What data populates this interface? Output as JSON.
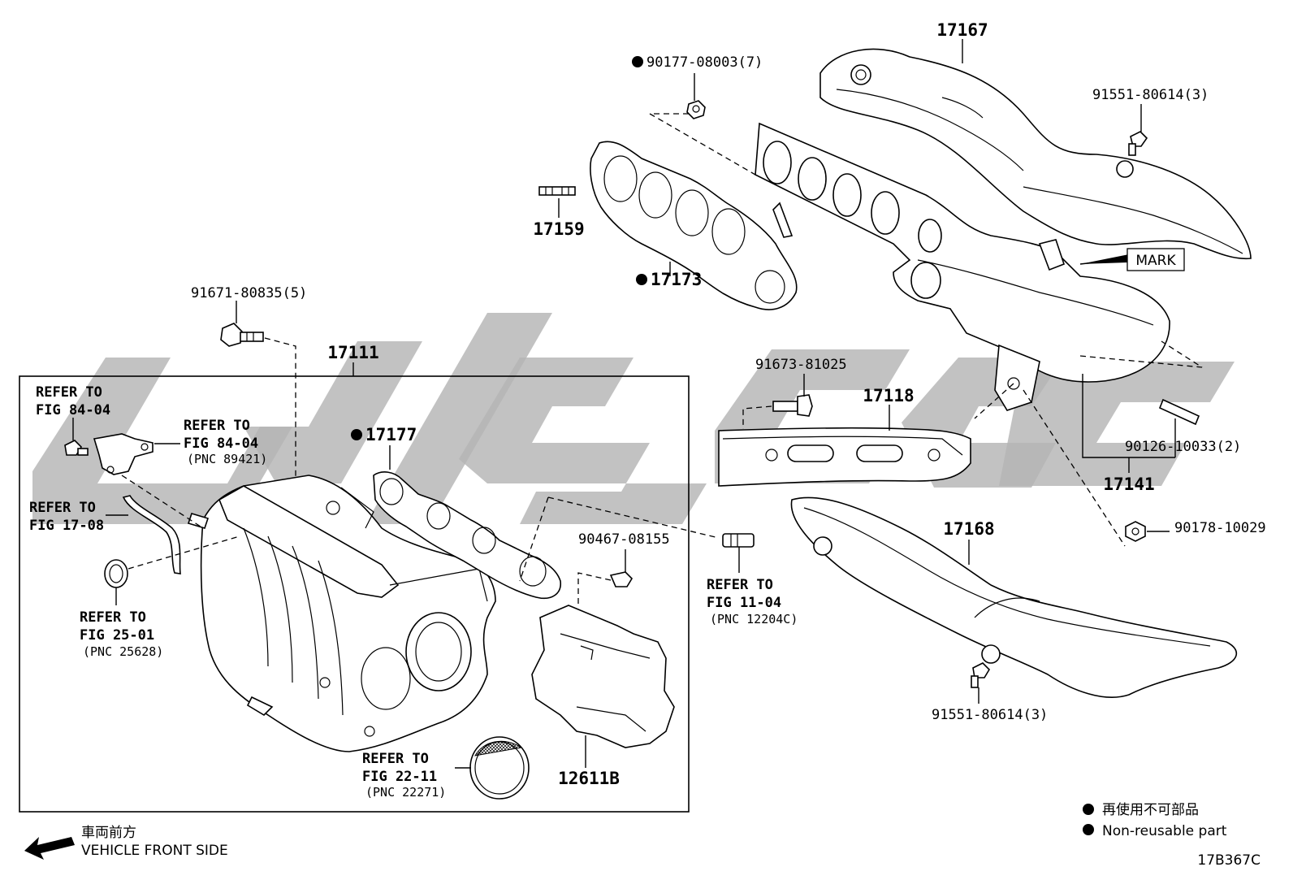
{
  "parts": {
    "p17167": "17167",
    "p90177": "90177-08003(7)",
    "p91551_top": "91551-80614(3)",
    "p17159": "17159",
    "p17173": "17173",
    "mark": "MARK",
    "p91671": "91671-80835(5)",
    "p17111": "17111",
    "p91673": "91673-81025",
    "p17118": "17118",
    "p90126": "90126-10033(2)",
    "p17141": "17141",
    "p17177": "17177",
    "p90178": "90178-10029",
    "p17168": "17168",
    "p90467": "90467-08155",
    "p91551_bot": "91551-80614(3)",
    "p12611B": "12611B"
  },
  "refs": {
    "r1_a": "REFER TO",
    "r1_b": "FIG 84-04",
    "r2_a": "REFER TO",
    "r2_b": "FIG 84-04",
    "r2_c": "(PNC 89421)",
    "r3_a": "REFER TO",
    "r3_b": "FIG 17-08",
    "r4_a": "REFER TO",
    "r4_b": "FIG 25-01",
    "r4_c": "(PNC 25628)",
    "r5_a": "REFER TO",
    "r5_b": "FIG 11-04",
    "r5_c": "(PNC 12204C)",
    "r6_a": "REFER TO",
    "r6_b": "FIG 22-11",
    "r6_c": "(PNC 22271)"
  },
  "legend": {
    "jp": "再使用不可部品",
    "en": "Non-reusable part"
  },
  "front": {
    "jp": "車両前方",
    "en": "VEHICLE FRONT SIDE"
  },
  "figure_code": "17B367C",
  "colors": {
    "watermark": "#b4b4b4",
    "ink": "#000000"
  }
}
